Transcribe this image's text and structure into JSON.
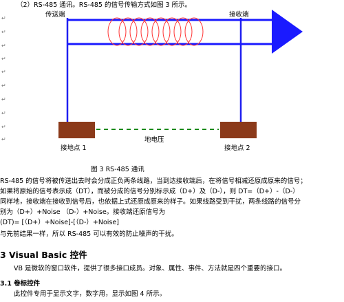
{
  "intro": {
    "text": "（2）RS-485 通讯。RS-485 的信号传输方式如图 3 所示。"
  },
  "diagram": {
    "sender_label": "传送端",
    "receiver_label": "接收端",
    "ground_potential_label": "地电压",
    "ground_left_label": "接地点 1",
    "ground_right_label": "接地点 2",
    "caption": "图 3 RS-485 通讯",
    "colors": {
      "line": "#1f1ff0",
      "arrow": "#1a1aff",
      "coil": "#ff3333",
      "ground_block": "#8b3a1a",
      "dash": "#1a8a1a"
    }
  },
  "body": {
    "lines": [
      "RS-485 的信号将被传送出去时会分成正负两条线路，当到达接收端后，在将信号相减还原成原来的信号；",
      "如果将原始的信号表示成（DT），而被分成的信号分别标示成（D+）及（D-），则 DT=（D+）-（D-）",
      "同样地，接收端在接收到信号后，也依据上式还原成原来的样子。如果线路受到干扰，两条线路的信号分",
      "别为（D+）+Noise  （D-）+Noise。接收端还原信号为",
      "(DT)= [（D+）+Noise]-[（D-）+Noise]",
      "与先前结果一样，所以 RS-485 可以有效的防止噪声的干扰。"
    ]
  },
  "section3": {
    "heading": "3 Visual Basic 控件",
    "paragraph": "VB 是微软的窗口软件，提供了很多接口成员。对象、属性、事件、方法就是四个重要的接口。",
    "sub_heading": "3.1 卷标控件",
    "sub_paragraph": "此控件专用于显示文字，数字用，显示如图 4 所示。"
  },
  "paragraph_mark": "↵"
}
